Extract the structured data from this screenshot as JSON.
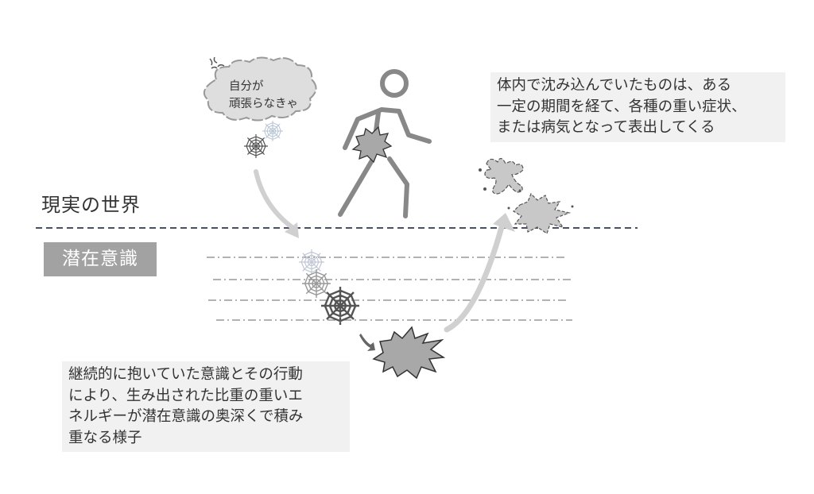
{
  "labels": {
    "real_world": "現実の世界",
    "subconscious": "潜在意識"
  },
  "thought_bubble": [
    "自分が",
    "頑張らなきゃ"
  ],
  "top_note": [
    "体内で沈み込んでいたものは、ある",
    "一定の期間を経て、各種の重い症状、",
    "または病気となって表出してくる"
  ],
  "bottom_note": [
    "継続的に抱いていた意識とその行動",
    "により、生み出された比重の重いエ",
    "ネルギーが潜在意識の奥深くで積み",
    "重なる様子"
  ],
  "colors": {
    "boundary": "#4a5060",
    "label_bg": "#a2a2a2",
    "note_bg": "#f1f1f1",
    "arrow": "#d0d0d0",
    "burst": "#a8a8a8"
  }
}
